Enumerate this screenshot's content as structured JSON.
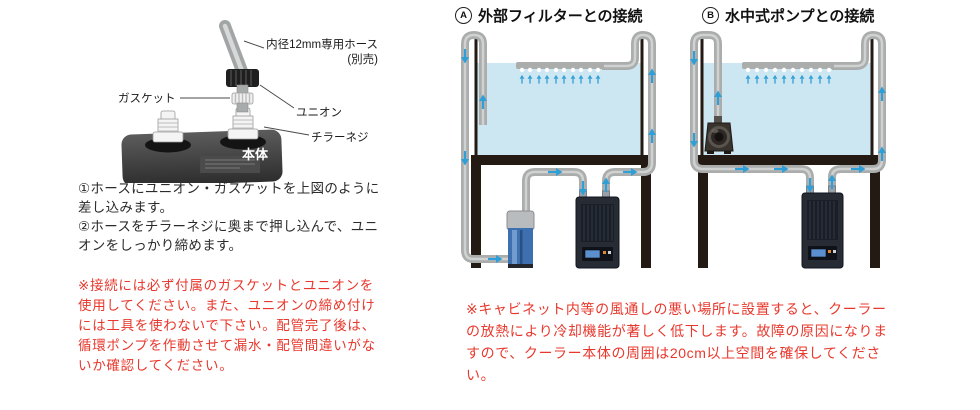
{
  "colors": {
    "water": "#cde7f2",
    "pipe": "#abadad",
    "pipe_highlight": "#d6d8d8",
    "frame": "#231a13",
    "arrow": "#2f9fd8",
    "warning_red": "#e8382d",
    "text": "#2b2b2b",
    "filter_blue": "#3e6fae",
    "chiller_body": "#272b34",
    "display_blue": "#5b8fd0"
  },
  "hose_figure": {
    "labels": {
      "hose": "内径12mm専用ホース",
      "hose_note": "(別売)",
      "gasket": "ガスケット",
      "union": "ユニオン",
      "chiller_screw": "チラーネジ",
      "unit_body": "本体"
    }
  },
  "instructions": {
    "steps": "①ホースにユニオン・ガスケットを上図のように差し込みます。\n②ホースをチラーネジに奥まで押し込んで、ユニオンをしっかり締めます。",
    "warning": "※接続には必ず付属のガスケットとユニオンを使用してください。また、ユニオンの締め付けには工具を使わないで下さい。配管完了後は、循環ポンプを作動させて漏水・配管間違いがないか確認してください。"
  },
  "connection_diagrams": {
    "a": {
      "badge": "A",
      "title": "外部フィルターとの接続"
    },
    "b": {
      "badge": "B",
      "title": "水中式ポンプとの接続"
    },
    "warning": "※キャビネット内等の風通しの悪い場所に設置すると、クーラーの放熱により冷却機能が著しく低下します。故障の原因になりますので、クーラー本体の周囲は20cm以上空間を確保してください。"
  }
}
